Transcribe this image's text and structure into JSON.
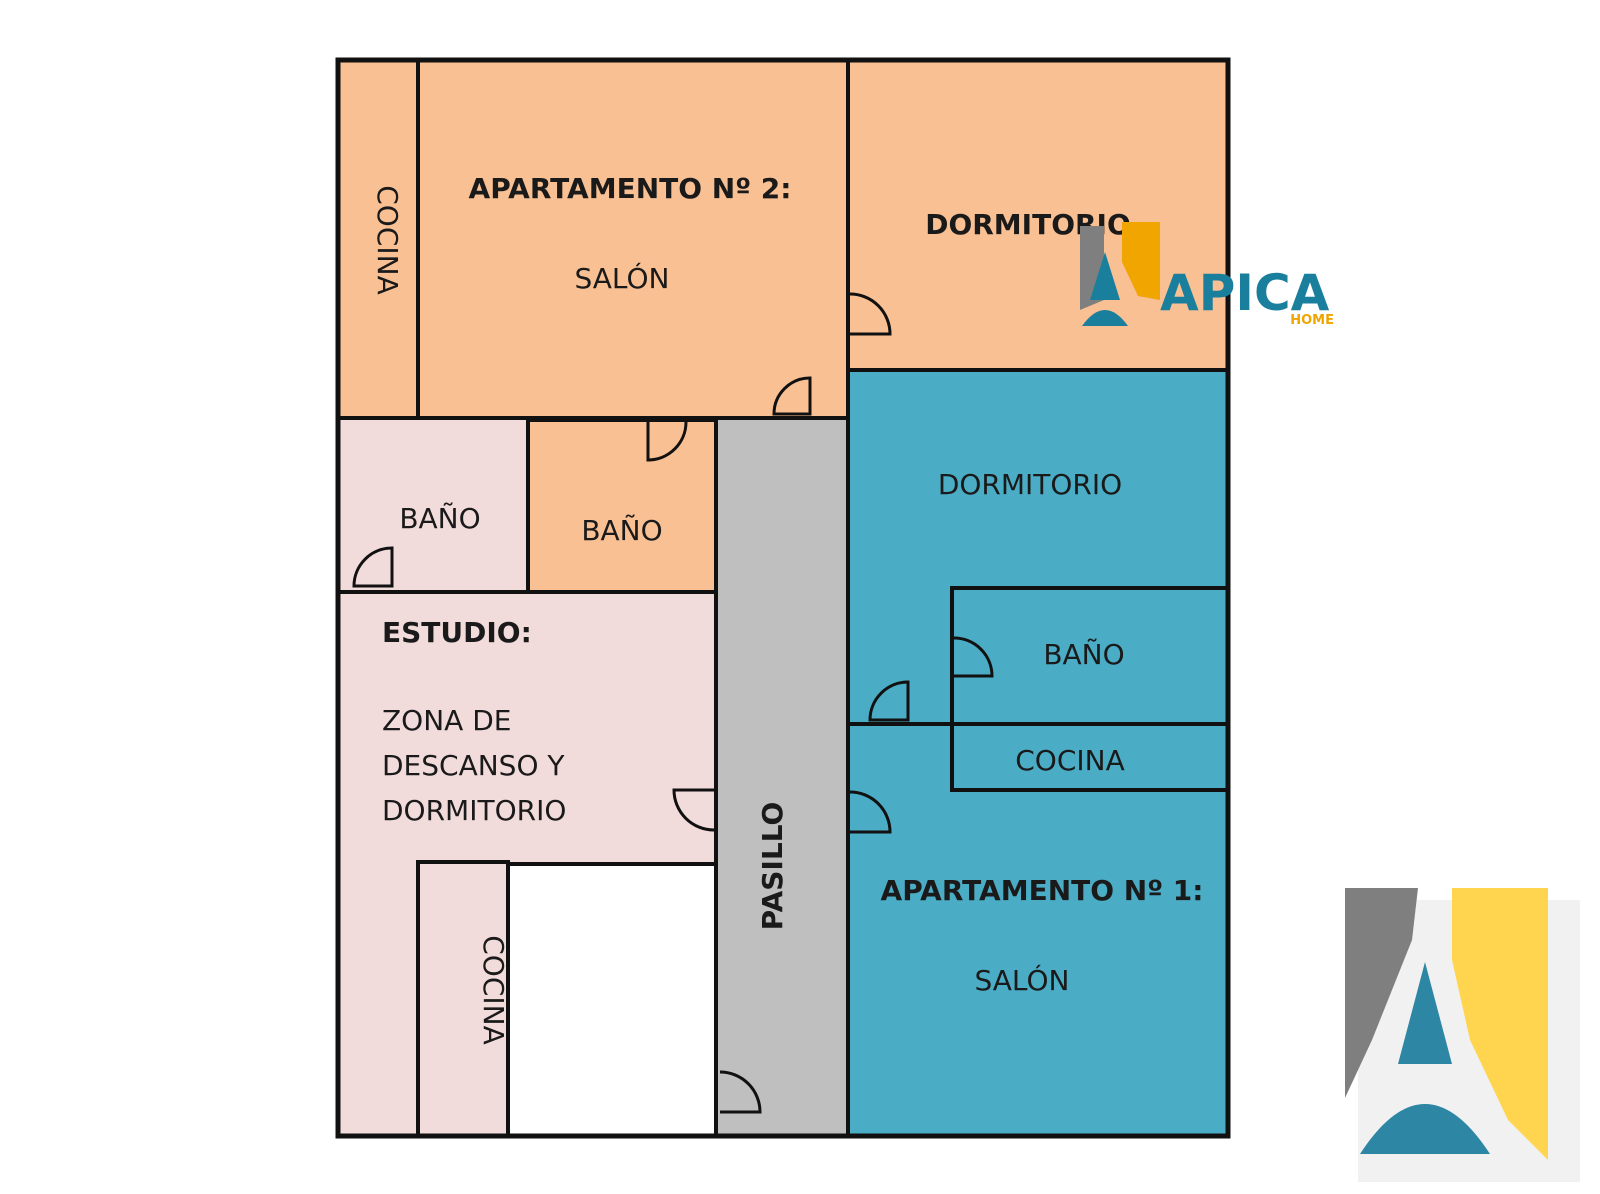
{
  "floorplan": {
    "apt2": {
      "title": "APARTAMENTO Nº 2:",
      "salon": "SALÓN",
      "cocina": "COCINA",
      "dormitorio": "DORMITORIO",
      "bano": "BAÑO"
    },
    "estudio": {
      "title": "ESTUDIO:",
      "line1": "ZONA DE",
      "line2": "DESCANSO Y",
      "line3": "DORMITORIO",
      "bano": "BAÑO",
      "cocina": "COCINA"
    },
    "pasillo": "PASILLO",
    "apt1": {
      "title": "APARTAMENTO Nº 1:",
      "salon": "SALÓN",
      "dormitorio": "DORMITORIO",
      "bano": "BAÑO",
      "cocina": "COCINA"
    }
  },
  "logo": {
    "name": "APICA",
    "sub": "HOME"
  },
  "colors": {
    "orange": "#f9c093",
    "pink": "#f2dcdb",
    "blue": "#4bacc6",
    "gray": "#bfbfbf",
    "logo_blue": "#1a7f9c",
    "logo_gold": "#f0a500",
    "logo_gray": "#7f7f7f",
    "logo_yellow": "#ffd54f"
  }
}
